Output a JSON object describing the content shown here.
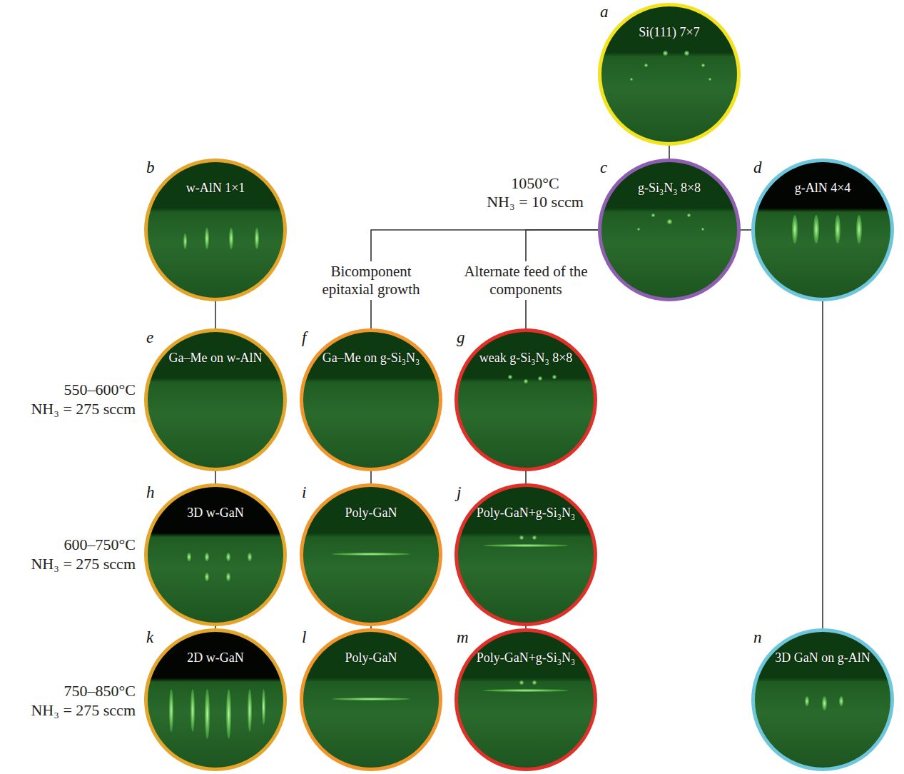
{
  "diagram": {
    "nodes": [
      {
        "text": [
          "a",
          "Si(111) 7×7"
        ]
      },
      {
        "text": [
          "b",
          "w-AlN 1×1"
        ]
      },
      {
        "text": [
          "c",
          "g-Si₃N₃ 8×8"
        ]
      },
      {
        "text": [
          "d",
          "g-AlN 4×4"
        ]
      },
      {
        "text": [
          "e",
          "Ga–Me on w-AlN"
        ]
      },
      {
        "text": [
          "f",
          "Ga–Me on g-Si₃N₃"
        ]
      },
      {
        "text": [
          "g",
          "weak g-Si₃N₃ 8×8"
        ]
      },
      {
        "text": [
          "h",
          "3D w-GaN"
        ]
      },
      {
        "text": [
          "i",
          "Poly-GaN"
        ]
      },
      {
        "text": [
          "j",
          "Poly-GaN+g-Si₃N₃"
        ]
      },
      {
        "text": [
          "k",
          "2D w-GaN"
        ]
      },
      {
        "text": [
          "l",
          "Poly-GaN"
        ]
      },
      {
        "text": [
          "m",
          "Poly-GaN+g-Si₃N₃"
        ]
      },
      {
        "text": [
          "n",
          "3D GaN on g-AlN"
        ]
      }
    ],
    "edges": [
      {
        "from": 0,
        "to": 2,
        "arrow": "none"
      },
      {
        "from": 2,
        "to": 3,
        "arrow": "none"
      },
      {
        "from": 2,
        "to": 5,
        "arrow": "none",
        "label": "Bicomponent epitaxial growth"
      },
      {
        "from": 2,
        "to": 6,
        "arrow": "none",
        "label": "Alternate feed of the components"
      },
      {
        "from": 1,
        "to": 4,
        "arrow": "none"
      },
      {
        "from": 4,
        "to": 7,
        "arrow": "none"
      },
      {
        "from": 7,
        "to": 10,
        "arrow": "none"
      },
      {
        "from": 5,
        "to": 8,
        "arrow": "none"
      },
      {
        "from": 8,
        "to": 11,
        "arrow": "none"
      },
      {
        "from": 6,
        "to": 9,
        "arrow": "none"
      },
      {
        "from": 9,
        "to": 12,
        "arrow": "none"
      },
      {
        "from": 3,
        "to": 13,
        "arrow": "none"
      }
    ],
    "labels": [
      "1050°C",
      "NH₃ = 10 sccm",
      "550–600°C",
      "NH₃ = 275 sccm",
      "600–750°C",
      "NH₃ = 275 sccm",
      "750–850°C",
      "NH₃ = 275 sccm"
    ]
  }
}
